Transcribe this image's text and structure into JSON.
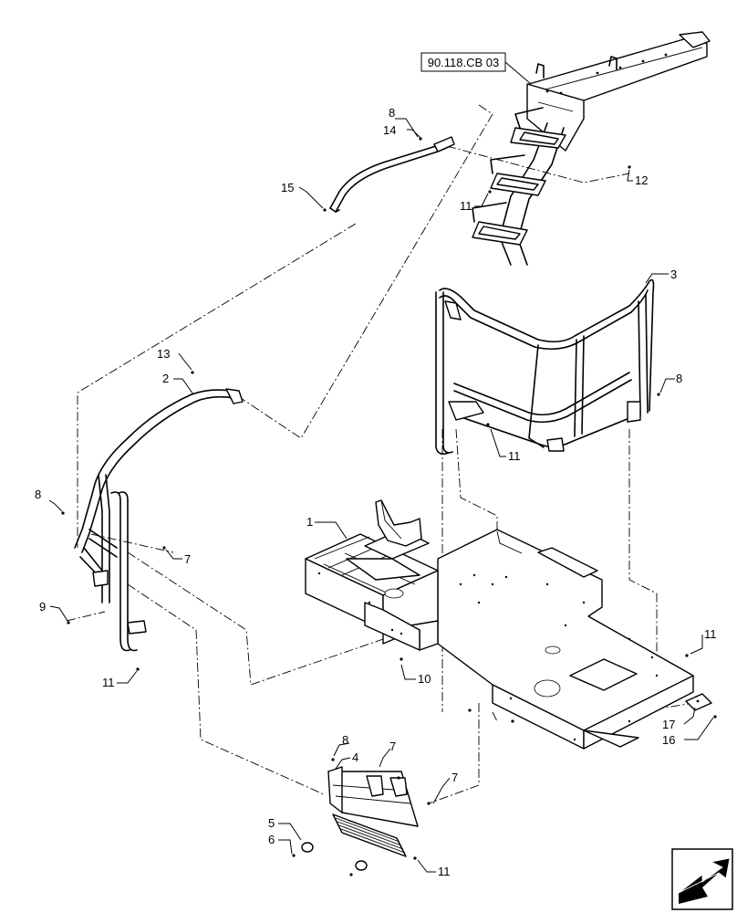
{
  "reference": {
    "label": "90.118.CB 03"
  },
  "callouts": [
    {
      "id": "c1",
      "text": "1"
    },
    {
      "id": "c2",
      "text": "2"
    },
    {
      "id": "c3",
      "text": "3"
    },
    {
      "id": "c4",
      "text": "4"
    },
    {
      "id": "c5",
      "text": "5"
    },
    {
      "id": "c6",
      "text": "6"
    },
    {
      "id": "c7a",
      "text": "7"
    },
    {
      "id": "c7b",
      "text": "7"
    },
    {
      "id": "c7c",
      "text": "7"
    },
    {
      "id": "c8a",
      "text": "8"
    },
    {
      "id": "c8b",
      "text": "8"
    },
    {
      "id": "c8c",
      "text": "8"
    },
    {
      "id": "c8d",
      "text": "8"
    },
    {
      "id": "c9",
      "text": "9"
    },
    {
      "id": "c10",
      "text": "10"
    },
    {
      "id": "c11a",
      "text": "11"
    },
    {
      "id": "c11b",
      "text": "11"
    },
    {
      "id": "c11c",
      "text": "11"
    },
    {
      "id": "c11d",
      "text": "11"
    },
    {
      "id": "c11e",
      "text": "11"
    },
    {
      "id": "c12",
      "text": "12"
    },
    {
      "id": "c13",
      "text": "13"
    },
    {
      "id": "c14",
      "text": "14"
    },
    {
      "id": "c15",
      "text": "15"
    },
    {
      "id": "c16",
      "text": "16"
    },
    {
      "id": "c17",
      "text": "17"
    }
  ],
  "icons": {
    "navigation": "next-page-arrow-icon"
  }
}
